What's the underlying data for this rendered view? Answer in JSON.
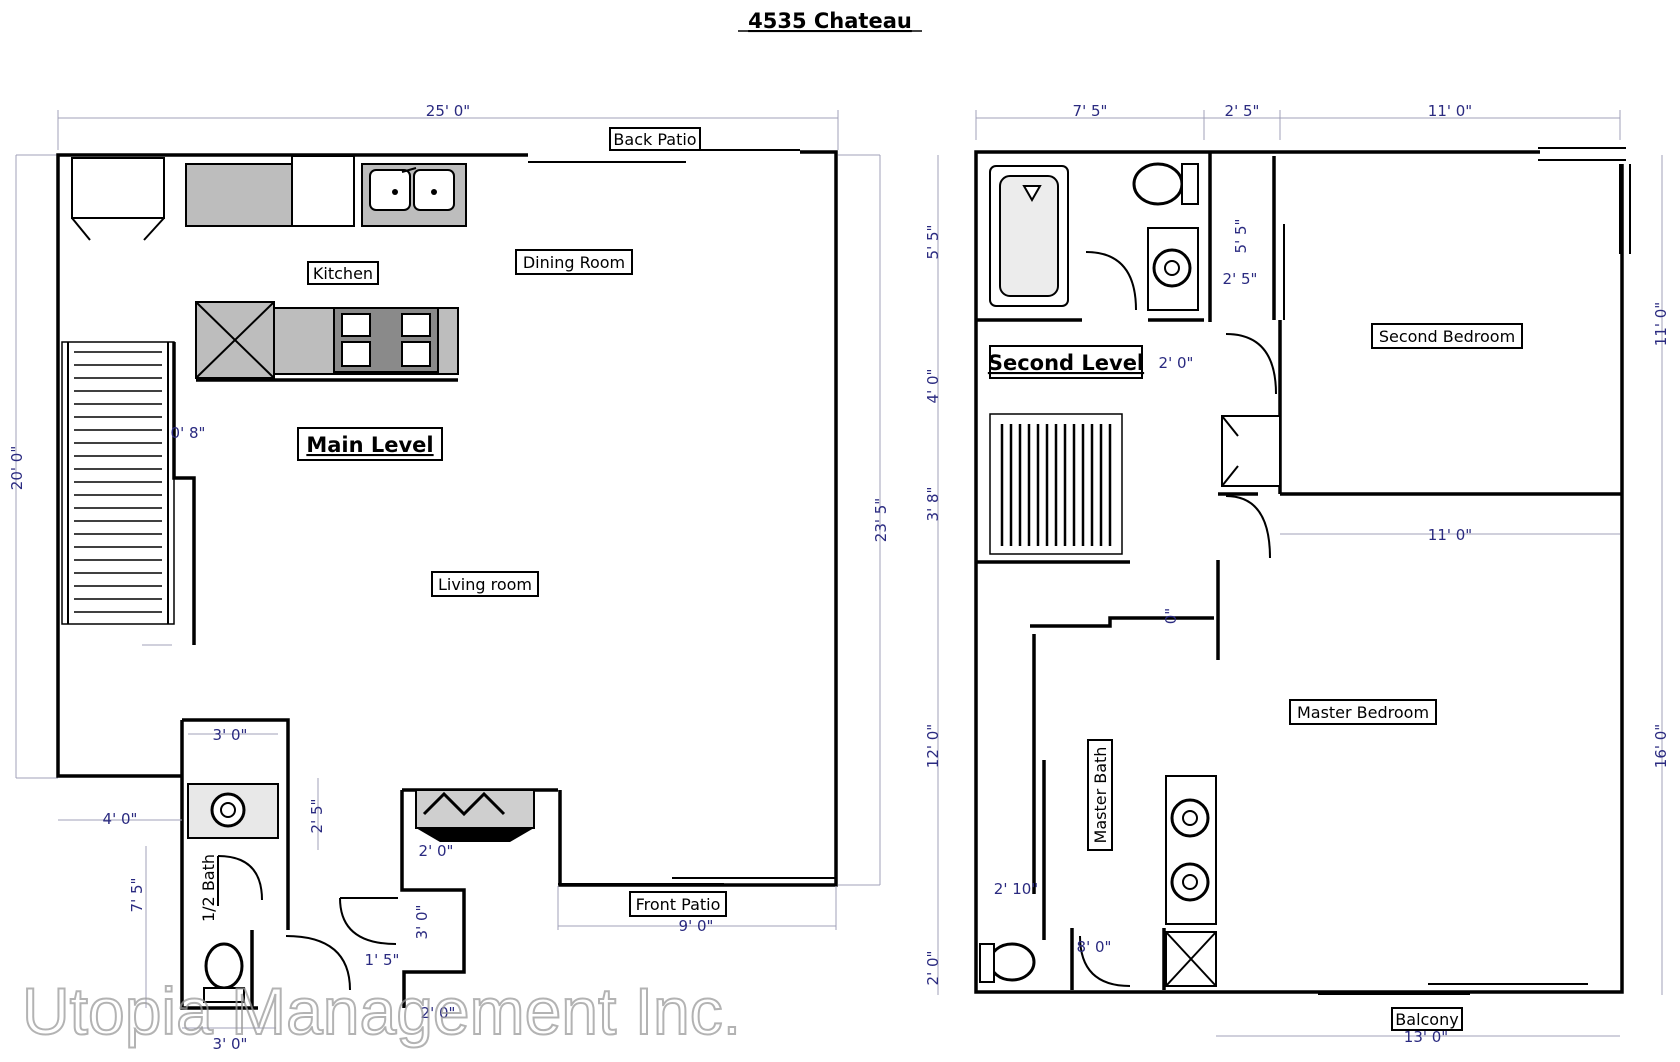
{
  "title": "4535 Chateau",
  "watermark": "Utopia Management Inc.",
  "main_level": {
    "label": "Main Level",
    "rooms": {
      "back_patio": "Back Patio",
      "kitchen": "Kitchen",
      "dining_room": "Dining Room",
      "living_room": "Living room",
      "front_patio": "Front Patio",
      "half_bath": "1/2 Bath"
    },
    "dimensions": {
      "top_width": "25' 0\"",
      "left_height": "20' 0\"",
      "right_height": "23' 5\"",
      "stair_offset": "0' 8\"",
      "bath_width": "3' 0\"",
      "bath_offset": "4' 0\"",
      "sink_depth": "2' 5\"",
      "bath_height": "7' 5\"",
      "closet_depth": "2' 0\"",
      "closet_width": "3' 0\"",
      "front_patio_width": "9' 0\"",
      "small_a": "1' 5\"",
      "small_b": "2' 0\"",
      "bottom_width": "3' 0\""
    }
  },
  "second_level": {
    "label": "Second Level",
    "rooms": {
      "second_bedroom": "Second Bedroom",
      "master_bedroom": "Master Bedroom",
      "master_bath": "Master Bath",
      "balcony": "Balcony"
    },
    "dimensions": {
      "top_a": "7' 5\"",
      "top_b": "2' 5\"",
      "top_c": "11' 0\"",
      "left_a": "5' 5\"",
      "left_b": "4' 0\"",
      "left_c": "3' 8\"",
      "left_d": "12' 0\"",
      "left_e": "2' 0\"",
      "right_a": "11' 0\"",
      "right_b": "16' 0\"",
      "inner_a": "5' 5\"",
      "inner_b": "2' 5\"",
      "hall": "2' 0\"",
      "bedroom_width": "11' 0\"",
      "closet": "8' 0\"",
      "toilet_nook": "2' 10\"",
      "bottom": "13' 0\"",
      "small": "0\""
    }
  }
}
